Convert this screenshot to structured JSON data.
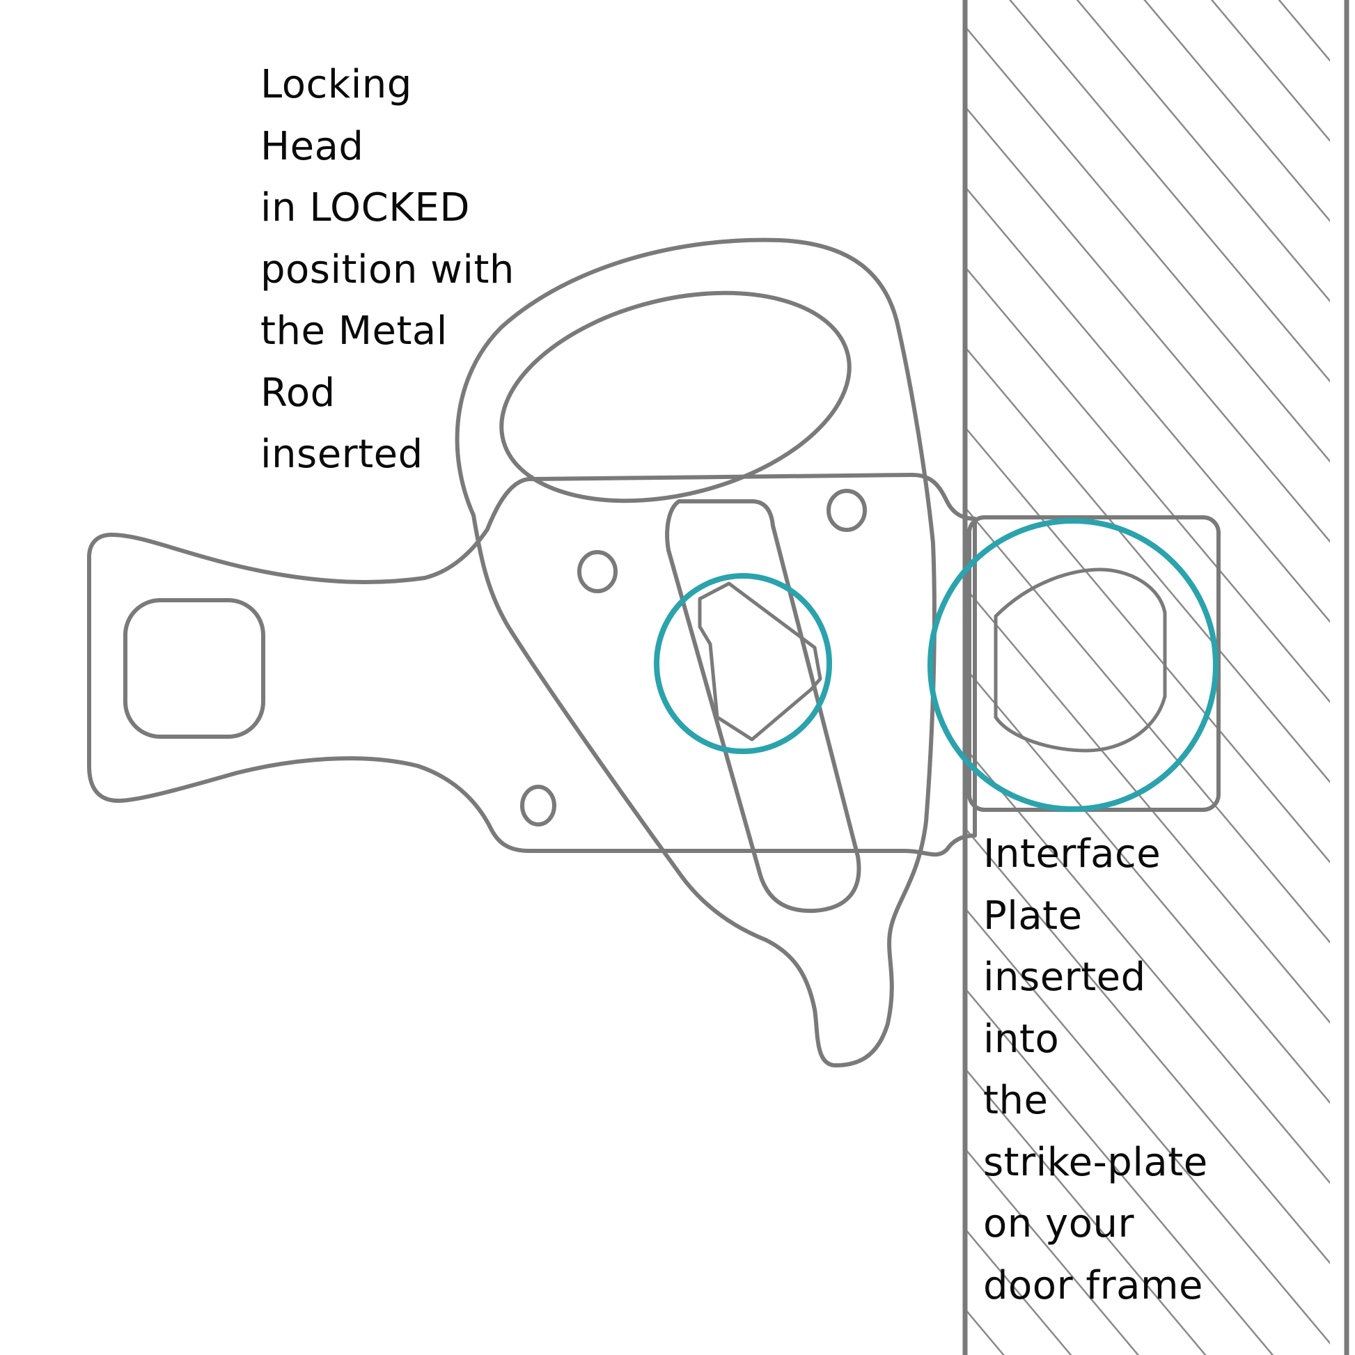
{
  "diagram": {
    "colors": {
      "background": "#ffffff",
      "outline": "#7a7a7a",
      "highlight": "#2aa3ad",
      "text": "#0a0a0a"
    },
    "labels": {
      "locking_head": {
        "lines": [
          "Locking",
          "Head",
          "in LOCKED",
          "position with",
          "the Metal",
          "Rod",
          "inserted"
        ]
      },
      "interface_plate": {
        "lines": [
          "Interface",
          "Plate",
          "inserted",
          "into",
          "the",
          "strike-plate",
          "on your",
          "door frame"
        ]
      }
    },
    "callouts": [
      {
        "name": "locking-head-highlight",
        "shape": "circle",
        "color": "#2aa3ad"
      },
      {
        "name": "interface-plate-highlight",
        "shape": "circle",
        "color": "#2aa3ad"
      }
    ],
    "components": [
      "locking-head",
      "metal-rod",
      "interface-plate",
      "strike-plate",
      "door-frame"
    ]
  }
}
